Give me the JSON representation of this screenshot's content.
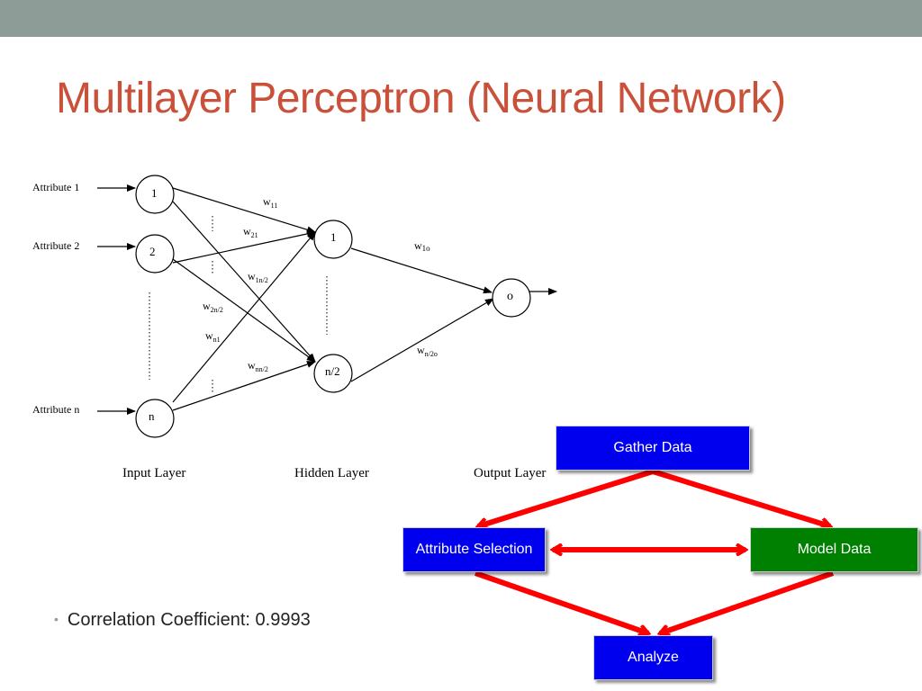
{
  "slide": {
    "title": "Multilayer Perceptron (Neural Network)",
    "bullets": [
      "Correlation Coefficient: 0.9993"
    ]
  },
  "network": {
    "attributes": [
      "Attribute 1",
      "Attribute 2",
      "Attribute n"
    ],
    "input_nodes": [
      "1",
      "2",
      "n"
    ],
    "hidden_nodes": [
      "1",
      "n/2"
    ],
    "output_node": "o",
    "weights": [
      {
        "base": "w",
        "sub": "11"
      },
      {
        "base": "w",
        "sub": "21"
      },
      {
        "base": "w",
        "sub": "1n/2"
      },
      {
        "base": "w",
        "sub": "2n/2"
      },
      {
        "base": "w",
        "sub": "n1"
      },
      {
        "base": "w",
        "sub": "nn/2"
      },
      {
        "base": "w",
        "sub": "1o"
      },
      {
        "base": "w",
        "sub": "n/2o"
      }
    ],
    "layer_labels": [
      "Input Layer",
      "Hidden Layer",
      "Output Layer"
    ]
  },
  "flow": {
    "gather": "Gather Data",
    "attribute_selection": "Attribute Selection",
    "model": "Model Data",
    "analyze": "Analyze",
    "colors": {
      "blue_box": "#0000ee",
      "green_box": "#008000",
      "arrow": "#ff0000"
    }
  },
  "colors": {
    "title": "#c9513a",
    "top_bar": "#8d9c96"
  }
}
